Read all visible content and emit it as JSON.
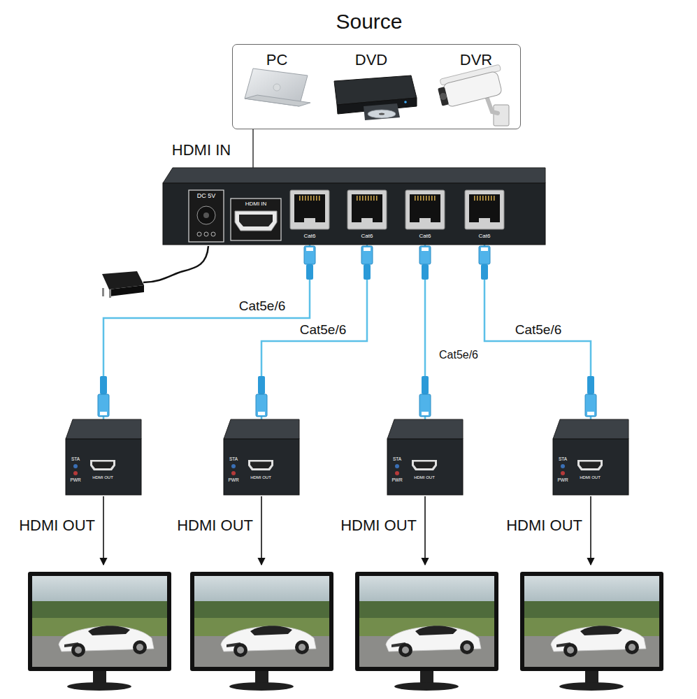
{
  "diagram": {
    "title": "Source",
    "nodes": [
      {
        "text": [
          "PC",
          "DVD",
          "DVR"
        ]
      },
      {
        "text": [
          "DC 5V",
          "HDMI IN",
          "Cat6",
          "Cat6",
          "Cat6",
          "Cat6"
        ]
      },
      {
        "text": [
          "STA",
          "PWR",
          "HDMI OUT"
        ]
      },
      {
        "text": [
          "STA",
          "PWR",
          "HDMI OUT"
        ]
      },
      {
        "text": [
          "STA",
          "PWR",
          "HDMI OUT"
        ]
      },
      {
        "text": [
          "STA",
          "PWR",
          "HDMI OUT"
        ]
      }
    ],
    "edges": [
      {
        "from": 0,
        "to": 1,
        "arrow": "none",
        "label": "HDMI IN"
      },
      {
        "from": 1,
        "to": 2,
        "arrow": "none",
        "label": "Cat5e/6"
      },
      {
        "from": 1,
        "to": 3,
        "arrow": "none",
        "label": "Cat5e/6"
      },
      {
        "from": 1,
        "to": 4,
        "arrow": "none",
        "label": "Cat5e/6"
      },
      {
        "from": 1,
        "to": 5,
        "arrow": "none",
        "label": "Cat5e/6"
      }
    ],
    "labels": [
      "HDMI OUT",
      "HDMI OUT",
      "HDMI OUT",
      "HDMI OUT"
    ]
  }
}
